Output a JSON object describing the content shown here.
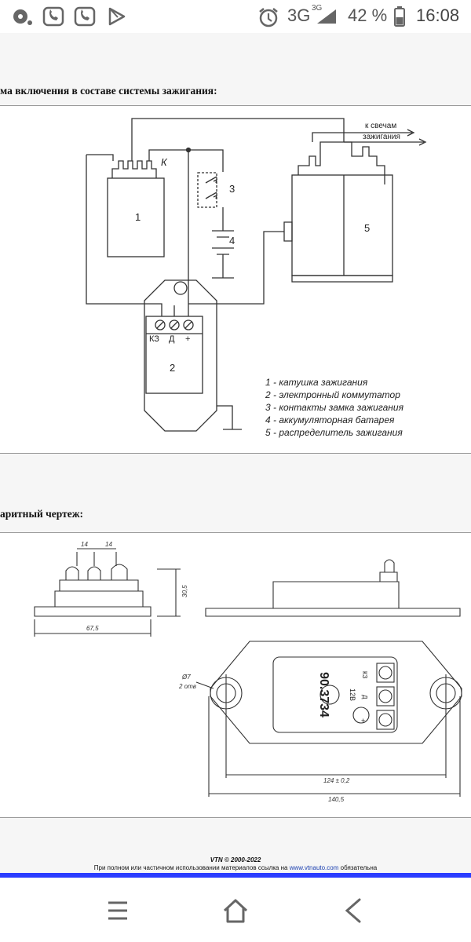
{
  "status_bar": {
    "network": "3G",
    "network_sup": "3G",
    "battery": "42 %",
    "time": "16:08",
    "icons": [
      "app-icon",
      "call-icon",
      "call-icon",
      "play-store-icon",
      "alarm-icon",
      "signal-icon",
      "battery-icon"
    ]
  },
  "section1": {
    "title": "ма включения в составе системы зажигания:"
  },
  "wiring": {
    "label_k": "К",
    "coil_num": "1",
    "switch_num": "3",
    "battery_num": "4",
    "dist_num": "5",
    "module_num": "2",
    "terminals": [
      "КЗ",
      "Д",
      "+"
    ],
    "to_plugs_1": "к свечам",
    "to_plugs_2": "зажигания",
    "legend": [
      "1 - катушка зажигания",
      "2 - электронный коммутатор",
      "3 - контакты замка зажигания",
      "4 - аккумуляторная батарея",
      "5 - распределитель зажигания"
    ]
  },
  "section2": {
    "title": "аритный чертеж:"
  },
  "drawing": {
    "dim_14a": "14",
    "dim_14b": "14",
    "dim_30_5": "30,5",
    "dim_67_5": "67,5",
    "dim_d7": "Ø7",
    "dim_2holes": "2 отв",
    "dim_124": "124 ± 0,2",
    "dim_140_5": "140,5",
    "label_model": "90.3734",
    "label_12v": "12В",
    "label_kz": "КЗ",
    "label_d": "Д",
    "label_plus": "+"
  },
  "footer": {
    "copyright": "VTN © 2000-2022",
    "notice_prefix": "При полном или частичном использовании материалов ссылка на ",
    "link": "www.vtnauto.com",
    "notice_suffix": " обязательна"
  },
  "colors": {
    "accent_bar": "#2a3cff",
    "link": "#1a3fb0",
    "band": "#f6f6f6"
  }
}
